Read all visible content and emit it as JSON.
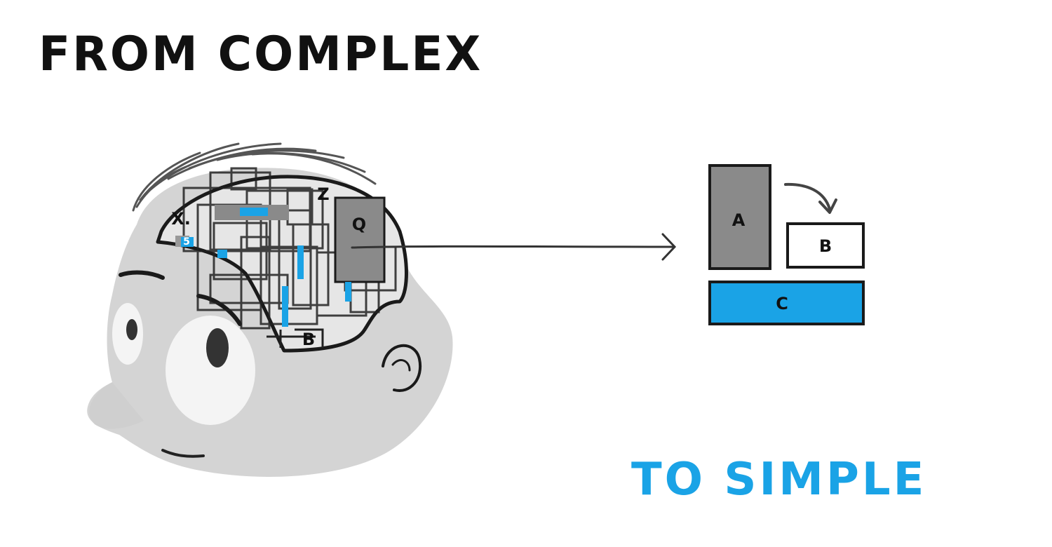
{
  "headline": {
    "from_text": "FROM COMPLEX",
    "to_text": "TO SIMPLE",
    "from_color": "#111111",
    "to_color": "#1aa3e6"
  },
  "complex_labels": {
    "x": "X.",
    "z": "Z",
    "q": "Q",
    "b": "B",
    "s": "5"
  },
  "simple_blocks": {
    "a": "A",
    "b": "B",
    "c": "C"
  },
  "palette": {
    "skin": "#d4d4d4",
    "brain": "#e6e6e6",
    "ink": "#1a1a1a",
    "accent": "#1aa3e6",
    "block_gray": "#8a8a8a"
  },
  "icons": {
    "head": "cartoon-head-icon",
    "arrow": "long-right-arrow-icon",
    "curved_arrow": "curved-arrow-icon"
  }
}
